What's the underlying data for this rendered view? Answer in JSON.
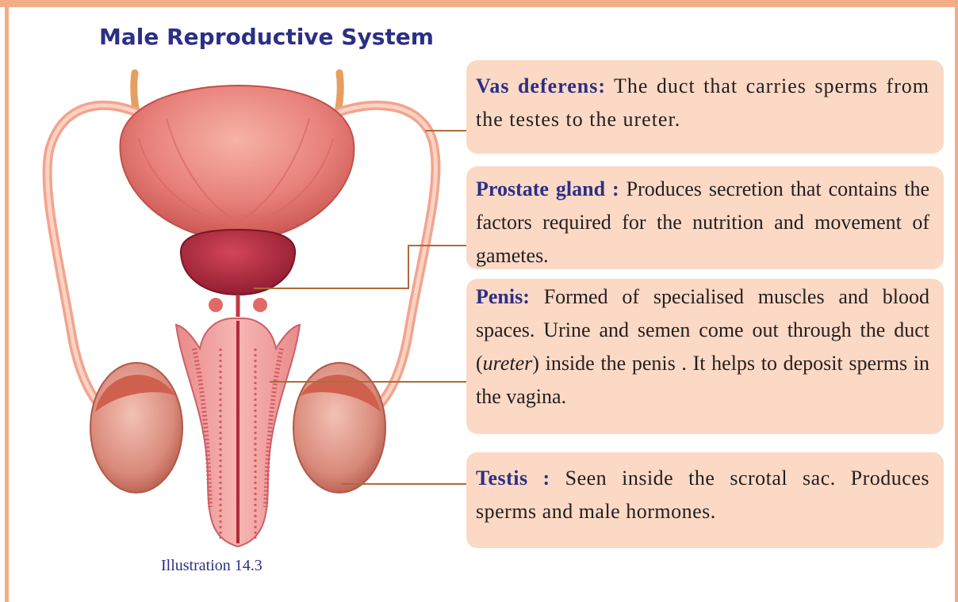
{
  "title": "Male Reproductive System",
  "caption": "Illustration 14.3",
  "labels": {
    "vas_deferens": {
      "term": "Vas deferens:",
      "text": " The duct that carries sperms from the testes to the ureter."
    },
    "prostate_gland": {
      "term": "Prostate gland :",
      "text": " Produces secretion that contains the factors required for the nutrition and movement of gametes."
    },
    "penis": {
      "term": "Penis:",
      "text_before": " Formed of specialised muscles and blood spaces. Urine and semen come out through the duct (",
      "text_italic": "ureter",
      "text_after": ") inside the penis . It helps to deposit sperms in the vagina."
    },
    "testis": {
      "term": "Testis :",
      "text": " Seen inside the scrotal sac. Produces sperms and male hormones."
    }
  },
  "colors": {
    "frame": "#f2ad86",
    "title": "#2c2f86",
    "box_fill": "#fbd9c5",
    "leader_line": "#b06a3a",
    "bladder": "#e8807a",
    "prostate": "#a8243a",
    "duct": "#f2a48e"
  }
}
